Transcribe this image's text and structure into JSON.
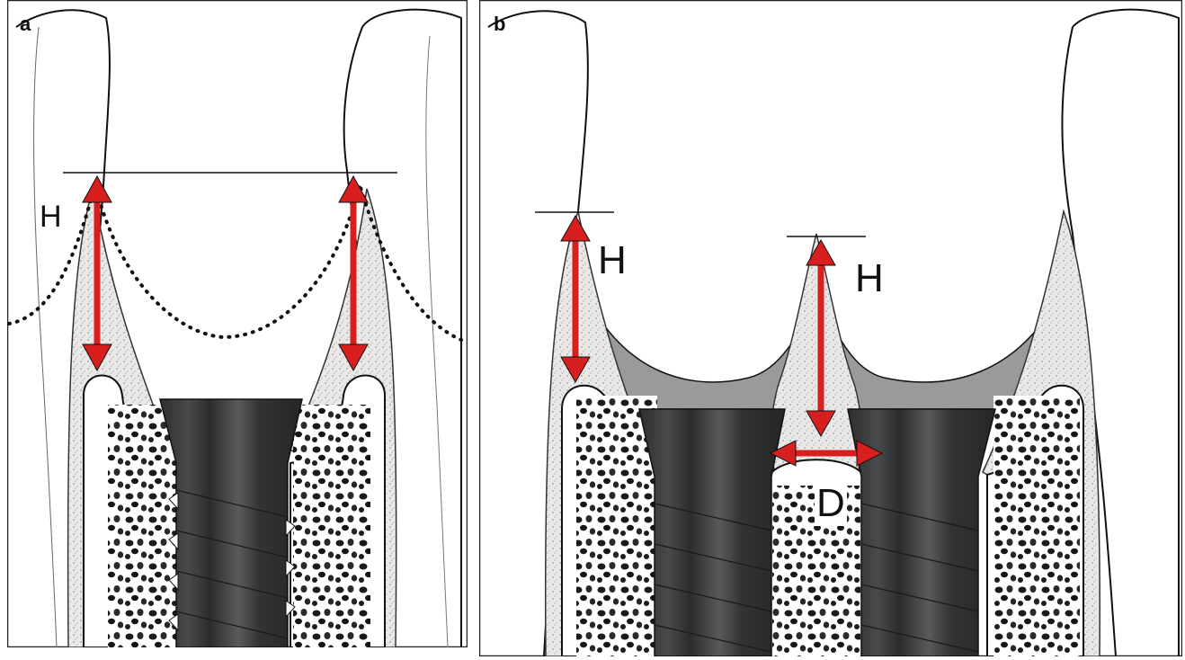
{
  "panels": [
    {
      "id": "a",
      "letter": "a",
      "labels": {
        "height": "H"
      }
    },
    {
      "id": "b",
      "letter": "b",
      "labels": {
        "height_left": "H",
        "height_center": "H",
        "distance": "D"
      }
    }
  ],
  "colors": {
    "arrow": "#d71f1f",
    "implant": "#3c3c3c",
    "abutment_tissue": "#9a9a9a",
    "cortical_bone": "#e8e6e4",
    "outline": "#111111"
  },
  "icons": [
    "double-arrow",
    "reference-line",
    "dotted-contour"
  ]
}
